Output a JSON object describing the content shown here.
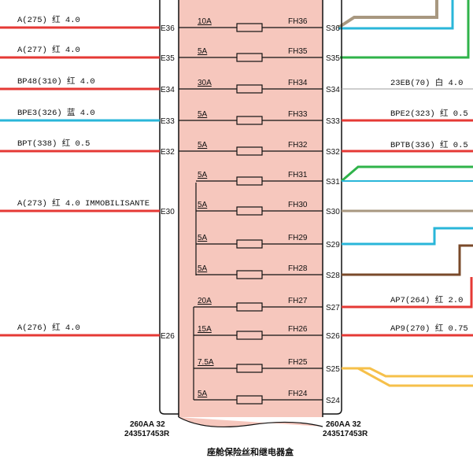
{
  "title": "座舱保险丝和继电器盒",
  "connector_left": {
    "line1": "260AA 32",
    "line2": "243517453R"
  },
  "connector_right": {
    "line1": "260AA 32",
    "line2": "243517453R"
  },
  "left_wires": [
    {
      "label": "A(275) 红 4.0",
      "color": "#e53935"
    },
    {
      "label": "A(277) 红 4.0",
      "color": "#e53935"
    },
    {
      "label": "BP48(310) 红 4.0",
      "color": "#e53935"
    },
    {
      "label": "BPE3(326) 蓝 4.0",
      "color": "#29b6d9"
    },
    {
      "label": "BPT(338) 红 0.5",
      "color": "#e53935"
    },
    {
      "label": "A(273) 红 4.0 IMMOBILISANTE",
      "color": "#e53935"
    },
    {
      "label": "A(276) 红 4.0",
      "color": "#e53935"
    }
  ],
  "fuses": [
    {
      "e": "E36",
      "amp": "10A",
      "fh": "FH36",
      "s": "S36"
    },
    {
      "e": "E35",
      "amp": "5A",
      "fh": "FH35",
      "s": "S35"
    },
    {
      "e": "E34",
      "amp": "30A",
      "fh": "FH34",
      "s": "S34"
    },
    {
      "e": "E33",
      "amp": "5A",
      "fh": "FH33",
      "s": "S33"
    },
    {
      "e": "E32",
      "amp": "5A",
      "fh": "FH32",
      "s": "S32"
    },
    {
      "e": "",
      "amp": "5A",
      "fh": "FH31",
      "s": "S31"
    },
    {
      "e": "E30",
      "amp": "5A",
      "fh": "FH30",
      "s": "S30"
    },
    {
      "e": "",
      "amp": "5A",
      "fh": "FH29",
      "s": "S29"
    },
    {
      "e": "",
      "amp": "5A",
      "fh": "FH28",
      "s": "S28"
    },
    {
      "e": "",
      "amp": "20A",
      "fh": "FH27",
      "s": "S27"
    },
    {
      "e": "E26",
      "amp": "15A",
      "fh": "FH26",
      "s": "S26"
    },
    {
      "e": "",
      "amp": "7.5A",
      "fh": "FH25",
      "s": "S25"
    },
    {
      "e": "",
      "amp": "5A",
      "fh": "FH24",
      "s": "S24"
    }
  ],
  "right_wires": [
    {
      "label": "23EB(70) 白 4.0",
      "color": "#9e9e9e"
    },
    {
      "label": "BPE2(323) 红 0.5",
      "color": "#e53935"
    },
    {
      "label": "BPTB(336) 红 0.5",
      "color": "#e53935"
    },
    {
      "label": "AP7(264) 红 2.0",
      "color": "#e53935"
    },
    {
      "label": "AP9(270) 红 0.75",
      "color": "#e53935"
    }
  ],
  "colors": {
    "box_fill": "#f6c7bd",
    "red": "#e53935",
    "blue": "#29b6d9",
    "green": "#2fb34a",
    "tan": "#a89880",
    "brown": "#7a4a2a",
    "yellow": "#f6c04a"
  }
}
